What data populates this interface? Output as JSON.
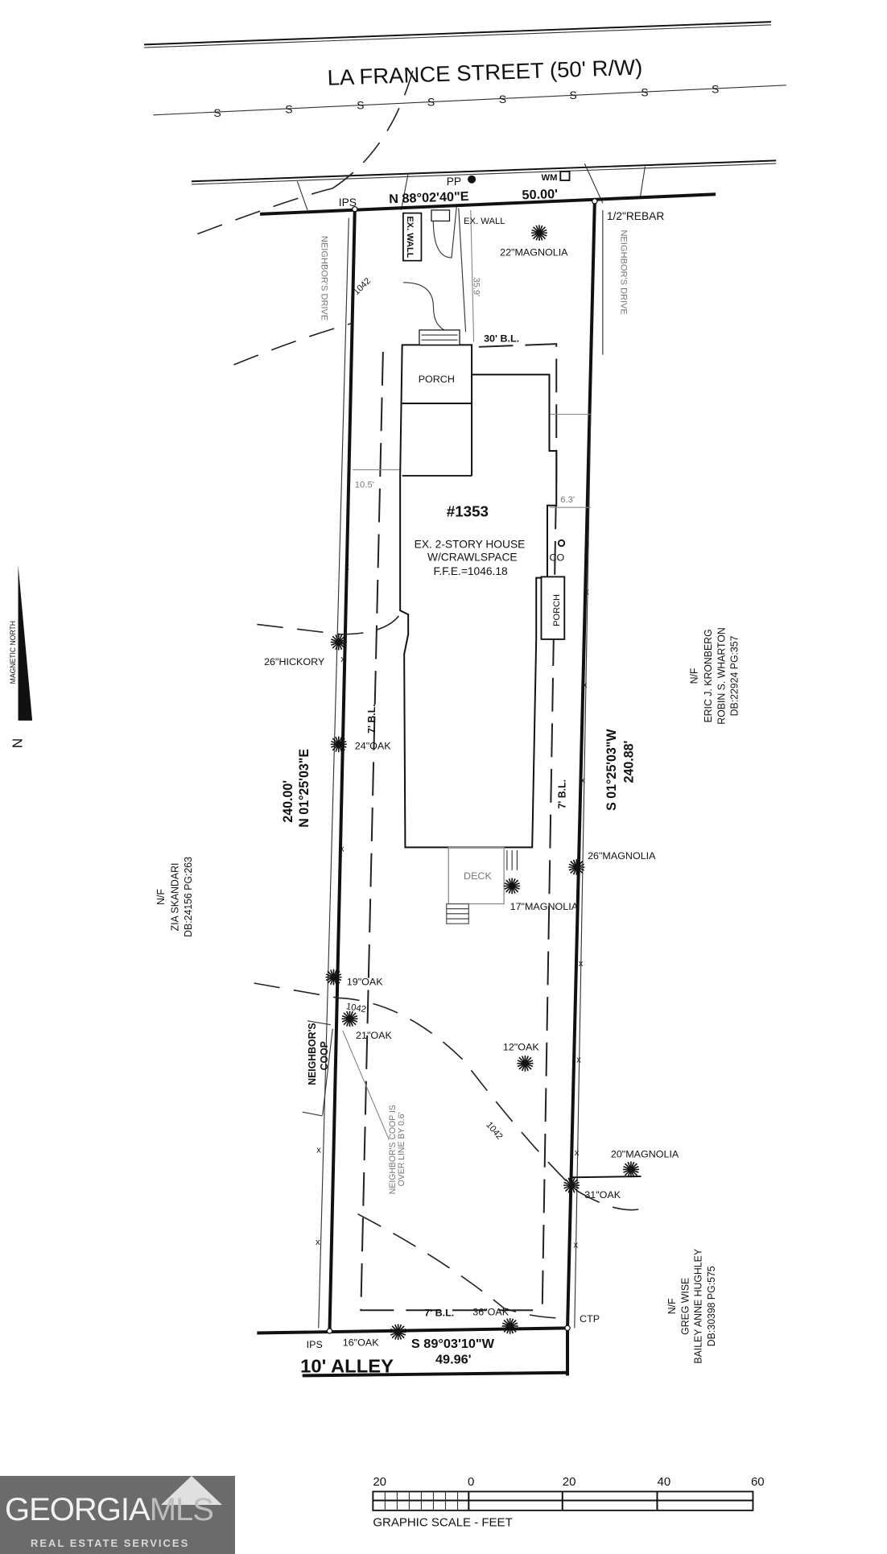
{
  "street": {
    "name": "LA FRANCE STREET (50' R/W)",
    "sewer_marker": "S"
  },
  "front_line": {
    "bearing": "N 88°02'40\"E",
    "distance": "50.00'"
  },
  "left_line": {
    "distance": "240.00'",
    "bearing": "N 01°25'03\"E"
  },
  "right_line": {
    "bearing": "S 01°25'03\"W",
    "distance": "240.88'"
  },
  "rear_line": {
    "bearing": "S 89°03'10\"W",
    "distance": "49.96'"
  },
  "alley": "10' ALLEY",
  "markers": {
    "ips_top": "IPS",
    "ips_bottom": "IPS",
    "rebar": "1/2\"REBAR",
    "pp": "PP",
    "wm": "WM",
    "ctp": "CTP",
    "co": "CO"
  },
  "labels": {
    "ex_wall_1": "EX. WALL",
    "ex_wall_2": "EX. WALL",
    "neighbors_drive_left": "NEIGHBOR'S DRIVE",
    "neighbors_drive_right": "NEIGHBOR'S DRIVE",
    "contour_1": "1042",
    "contour_2": "1042",
    "contour_3": "1042",
    "dist_35_9": "35.9'",
    "bl_front": "30' B.L.",
    "dist_10_5": "10.5'",
    "dist_6_3": "6.3'",
    "porch_front": "PORCH",
    "porch_side": "PORCH",
    "bl_left": "7' B.L.",
    "bl_right": "7' B.L.",
    "bl_rear": "7' B.L.",
    "deck": "DECK",
    "neighbors_coop": "NEIGHBOR'S",
    "neighbors_coop_2": "COOP",
    "coop_note_1": "NEIGHBOR'S COOP IS",
    "coop_note_2": "OVER LINE BY 0.6'"
  },
  "house": {
    "number": "#1353",
    "line1": "EX. 2-STORY HOUSE",
    "line2": "W/CRAWLSPACE",
    "line3": "F.F.E.=1046.18"
  },
  "trees": {
    "magnolia22": "22\"MAGNOLIA",
    "hickory26": "26\"HICKORY",
    "oak24": "24\"OAK",
    "magnolia26": "26\"MAGNOLIA",
    "magnolia17": "17\"MAGNOLIA",
    "oak19": "19\"OAK",
    "oak21": "21\"OAK",
    "oak12": "12\"OAK",
    "magnolia20": "20\"MAGNOLIA",
    "oak31": "31\"OAK",
    "oak36": "36\"OAK",
    "oak16": "16\"OAK"
  },
  "neighbors": {
    "right_top": [
      "N/F",
      "ERIC J. KRONBERG",
      "ROBIN S. WHARTON",
      "DB:22924 PG:357"
    ],
    "left": [
      "N/F",
      "ZIA SKANDARI",
      "DB:24156 PG:263"
    ],
    "right_bottom": [
      "N/F",
      "GREG WISE",
      "BAILEY ANNE HUGHLEY",
      "DB:30398 PG:575"
    ]
  },
  "north_arrow": {
    "label": "MAGNETIC NORTH",
    "letter": "N"
  },
  "scale": {
    "ticks": [
      "20",
      "0",
      "20",
      "40",
      "60"
    ],
    "caption": "GRAPHIC SCALE - FEET"
  },
  "logo": {
    "main_a": "GEORGIA",
    "main_b": "MLS",
    "sub": "REAL ESTATE SERVICES"
  }
}
